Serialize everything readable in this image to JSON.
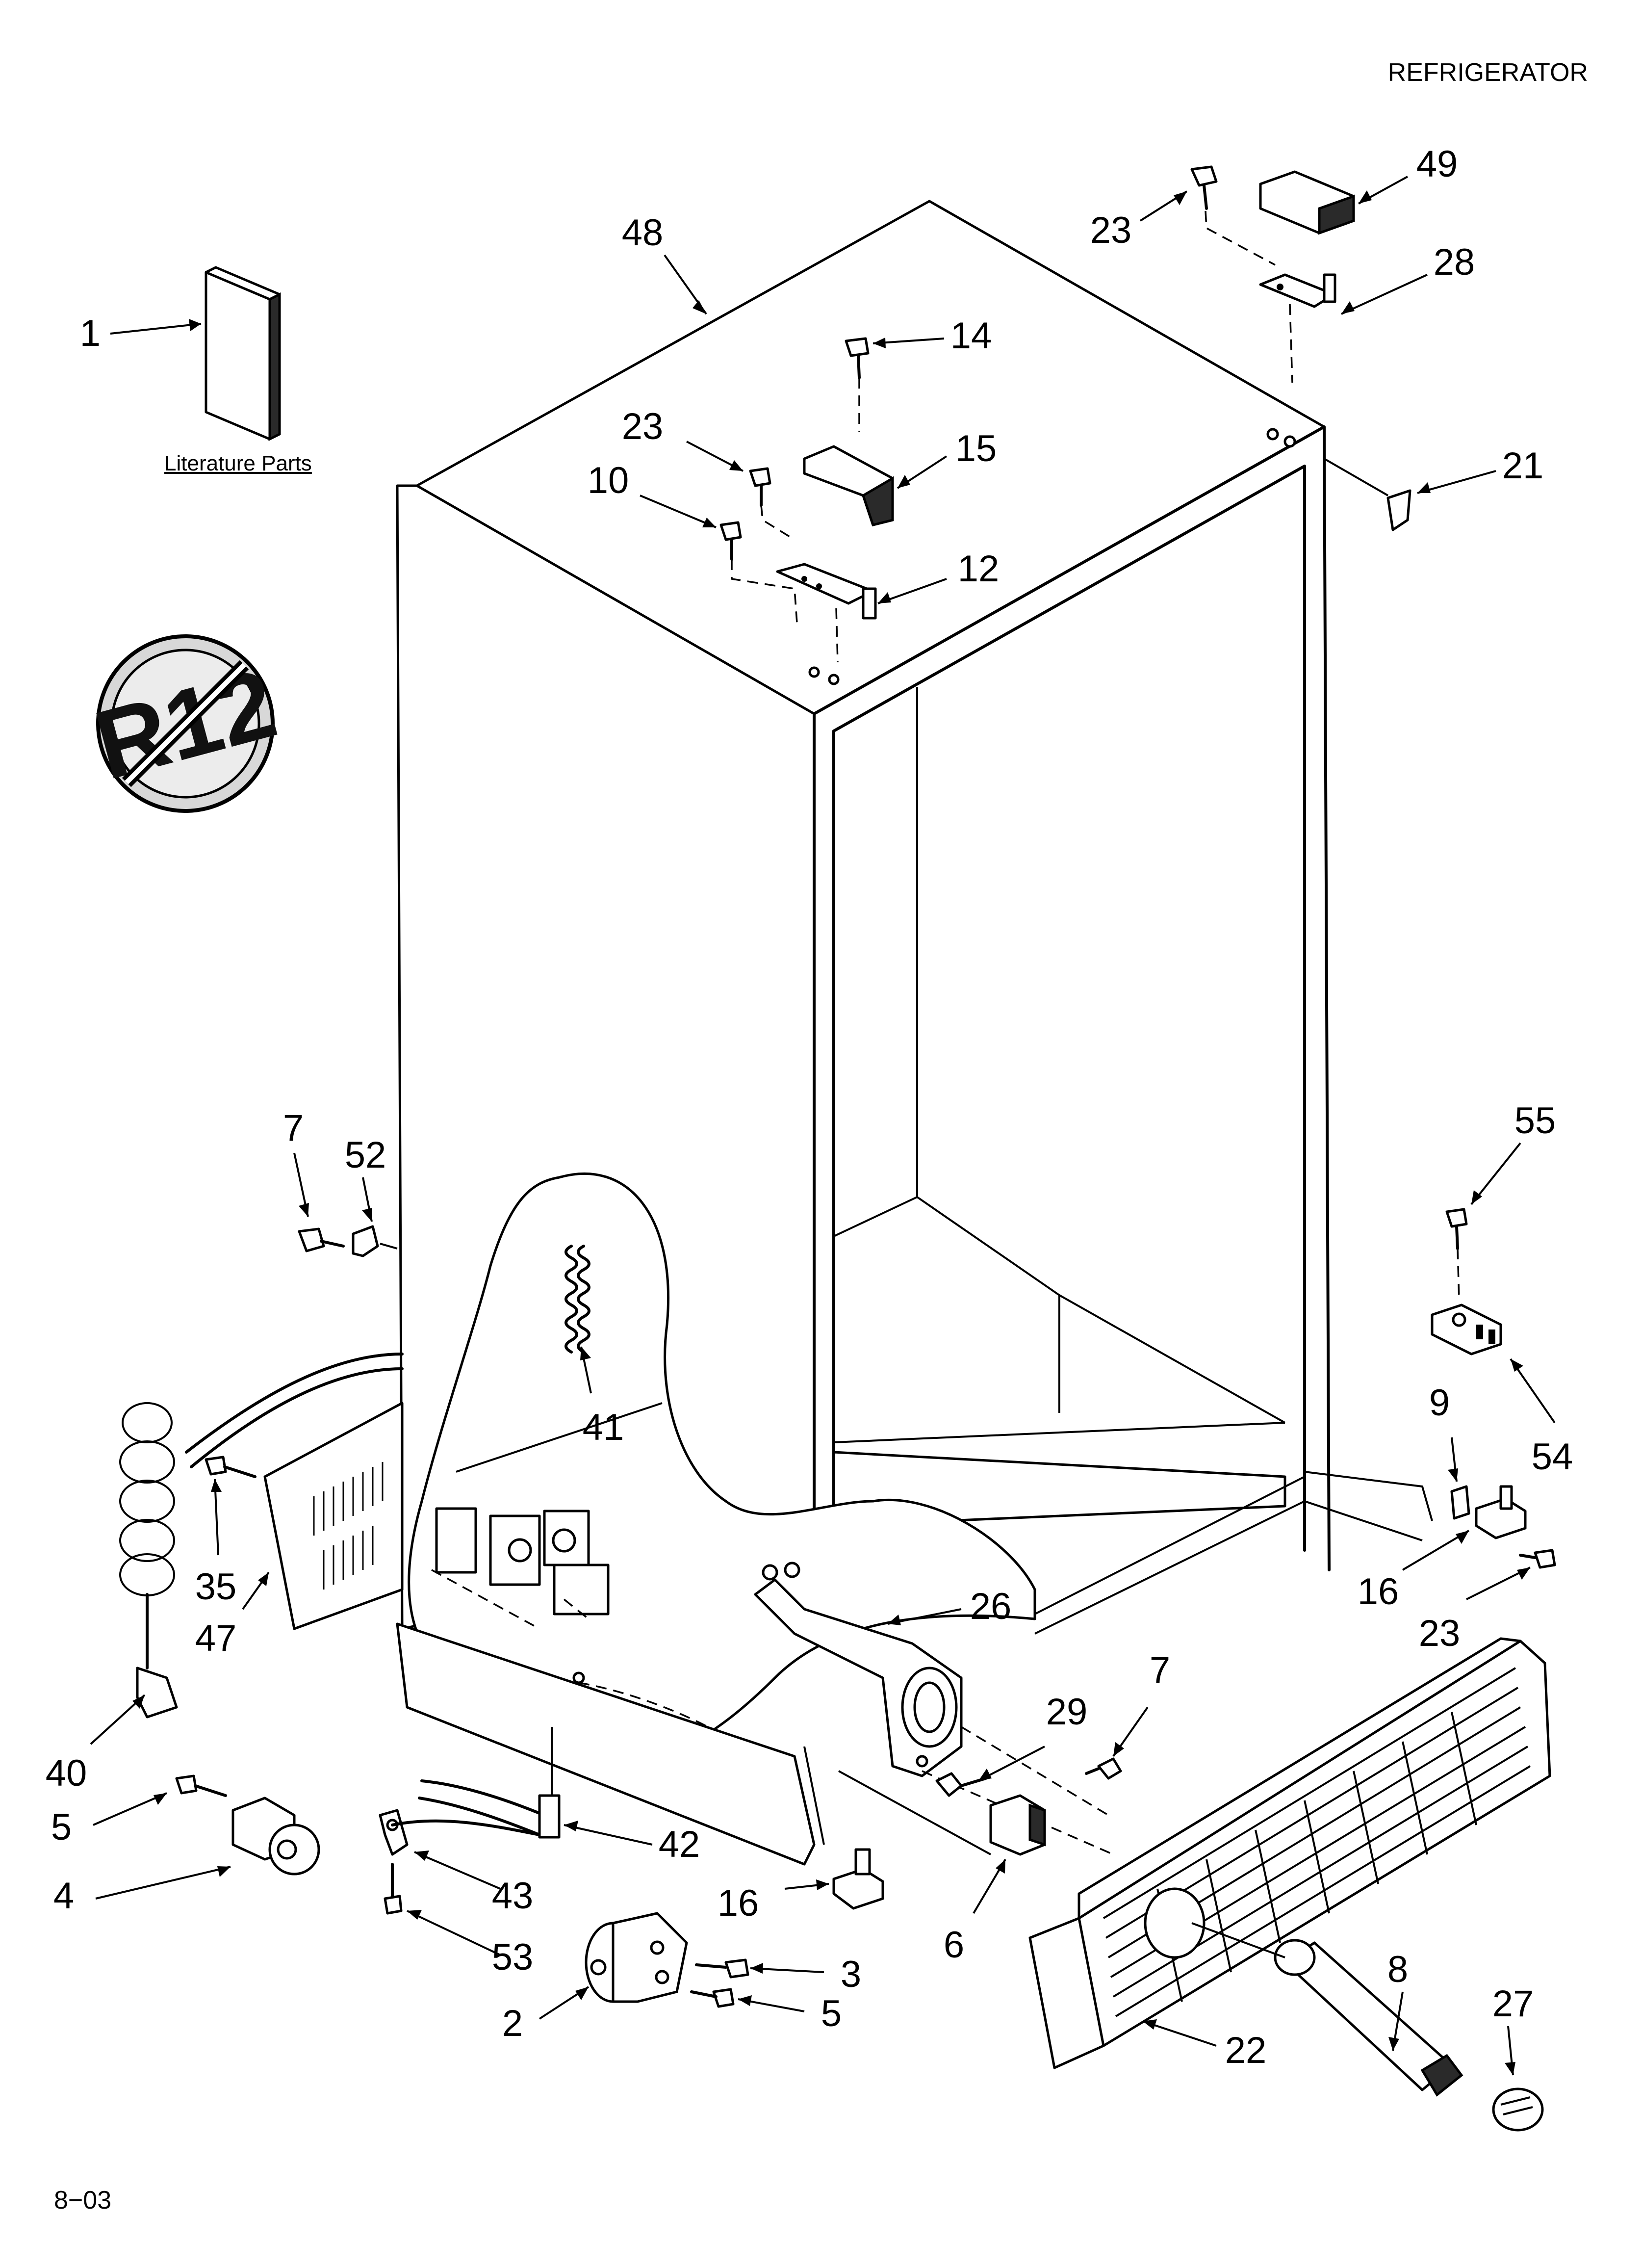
{
  "header": {
    "title": "REFRIGERATOR"
  },
  "footer": {
    "code": "8−03"
  },
  "literature": {
    "label": "Literature Parts"
  },
  "symbols": {
    "no_r12_text": "R12"
  },
  "callouts": [
    {
      "id": "c1",
      "text": "1"
    },
    {
      "id": "c48",
      "text": "48"
    },
    {
      "id": "c23a",
      "text": "23"
    },
    {
      "id": "c49",
      "text": "49"
    },
    {
      "id": "c28",
      "text": "28"
    },
    {
      "id": "c14",
      "text": "14"
    },
    {
      "id": "c23b",
      "text": "23"
    },
    {
      "id": "c15",
      "text": "15"
    },
    {
      "id": "c21",
      "text": "21"
    },
    {
      "id": "c10",
      "text": "10"
    },
    {
      "id": "c12",
      "text": "12"
    },
    {
      "id": "c7a",
      "text": "7"
    },
    {
      "id": "c52",
      "text": "52"
    },
    {
      "id": "c55",
      "text": "55"
    },
    {
      "id": "c41",
      "text": "41"
    },
    {
      "id": "c54",
      "text": "54"
    },
    {
      "id": "c9",
      "text": "9"
    },
    {
      "id": "c35",
      "text": "35"
    },
    {
      "id": "c47",
      "text": "47"
    },
    {
      "id": "c26",
      "text": "26"
    },
    {
      "id": "c16a",
      "text": "16"
    },
    {
      "id": "c23c",
      "text": "23"
    },
    {
      "id": "c7b",
      "text": "7"
    },
    {
      "id": "c29",
      "text": "29"
    },
    {
      "id": "c40",
      "text": "40"
    },
    {
      "id": "c5a",
      "text": "5"
    },
    {
      "id": "c42",
      "text": "42"
    },
    {
      "id": "c4",
      "text": "4"
    },
    {
      "id": "c43",
      "text": "43"
    },
    {
      "id": "c16b",
      "text": "16"
    },
    {
      "id": "c6",
      "text": "6"
    },
    {
      "id": "c53",
      "text": "53"
    },
    {
      "id": "c8",
      "text": "8"
    },
    {
      "id": "c27",
      "text": "27"
    },
    {
      "id": "c3",
      "text": "3"
    },
    {
      "id": "c2",
      "text": "2"
    },
    {
      "id": "c5b",
      "text": "5"
    },
    {
      "id": "c22",
      "text": "22"
    }
  ]
}
